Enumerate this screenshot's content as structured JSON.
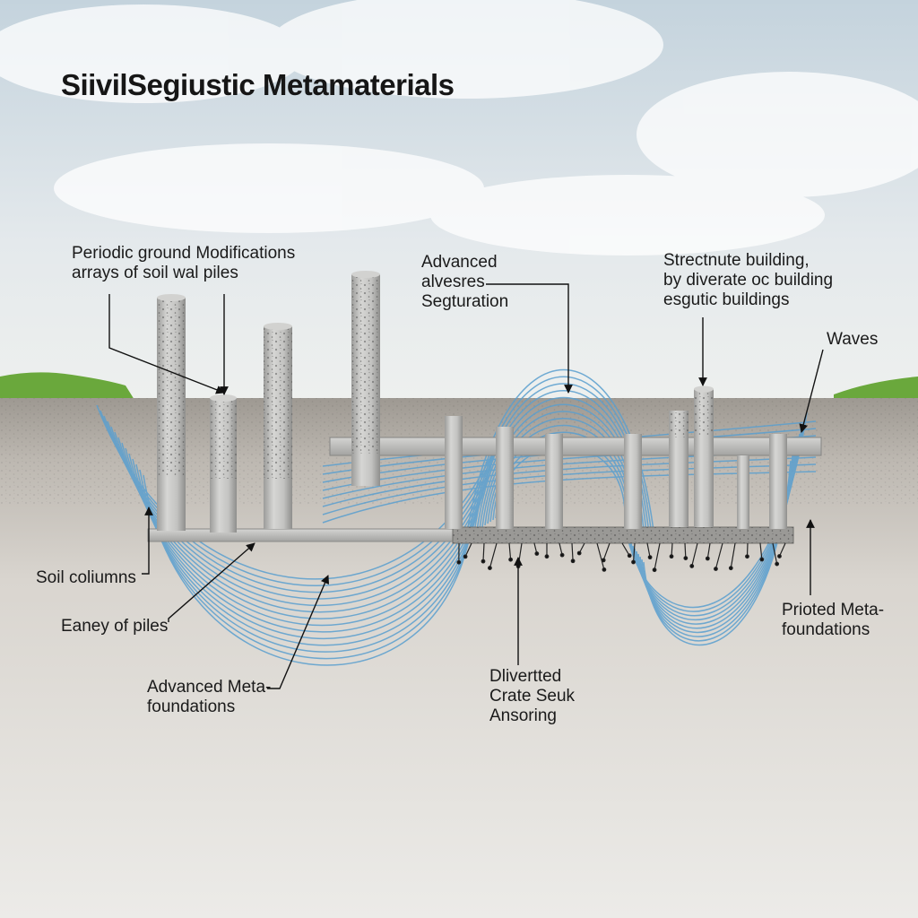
{
  "title": "SiivilSegiustic Metamaterials",
  "labels": {
    "periodic": [
      "Periodic ground Modifications",
      "arrays of soil wal piles"
    ],
    "advanced_top": [
      "Advanced",
      "alvesres",
      "Segturation"
    ],
    "structure": [
      "Strectnute building,",
      "by diverate oc building",
      "esgutic buildings"
    ],
    "waves": [
      "Waves"
    ],
    "soil_columns": [
      "Soil coliumns"
    ],
    "eaney": [
      "Eaney of piles"
    ],
    "advanced_meta": [
      "Advanced Meta-",
      "foundations"
    ],
    "divertted": [
      "Dlivertted",
      "Crate Seuk",
      "Ansoring"
    ],
    "prioted": [
      "Prioted Meta-",
      "foundations"
    ]
  },
  "colors": {
    "sky_top": "#c7d5de",
    "sky_bottom": "#eef0ee",
    "grass": "#6aa83c",
    "soil_top": "#a49f98",
    "soil_bottom": "#ece9e5",
    "wave": "#5a9fcf",
    "concrete": "#b8b8b6",
    "text": "#1a1a1a"
  }
}
